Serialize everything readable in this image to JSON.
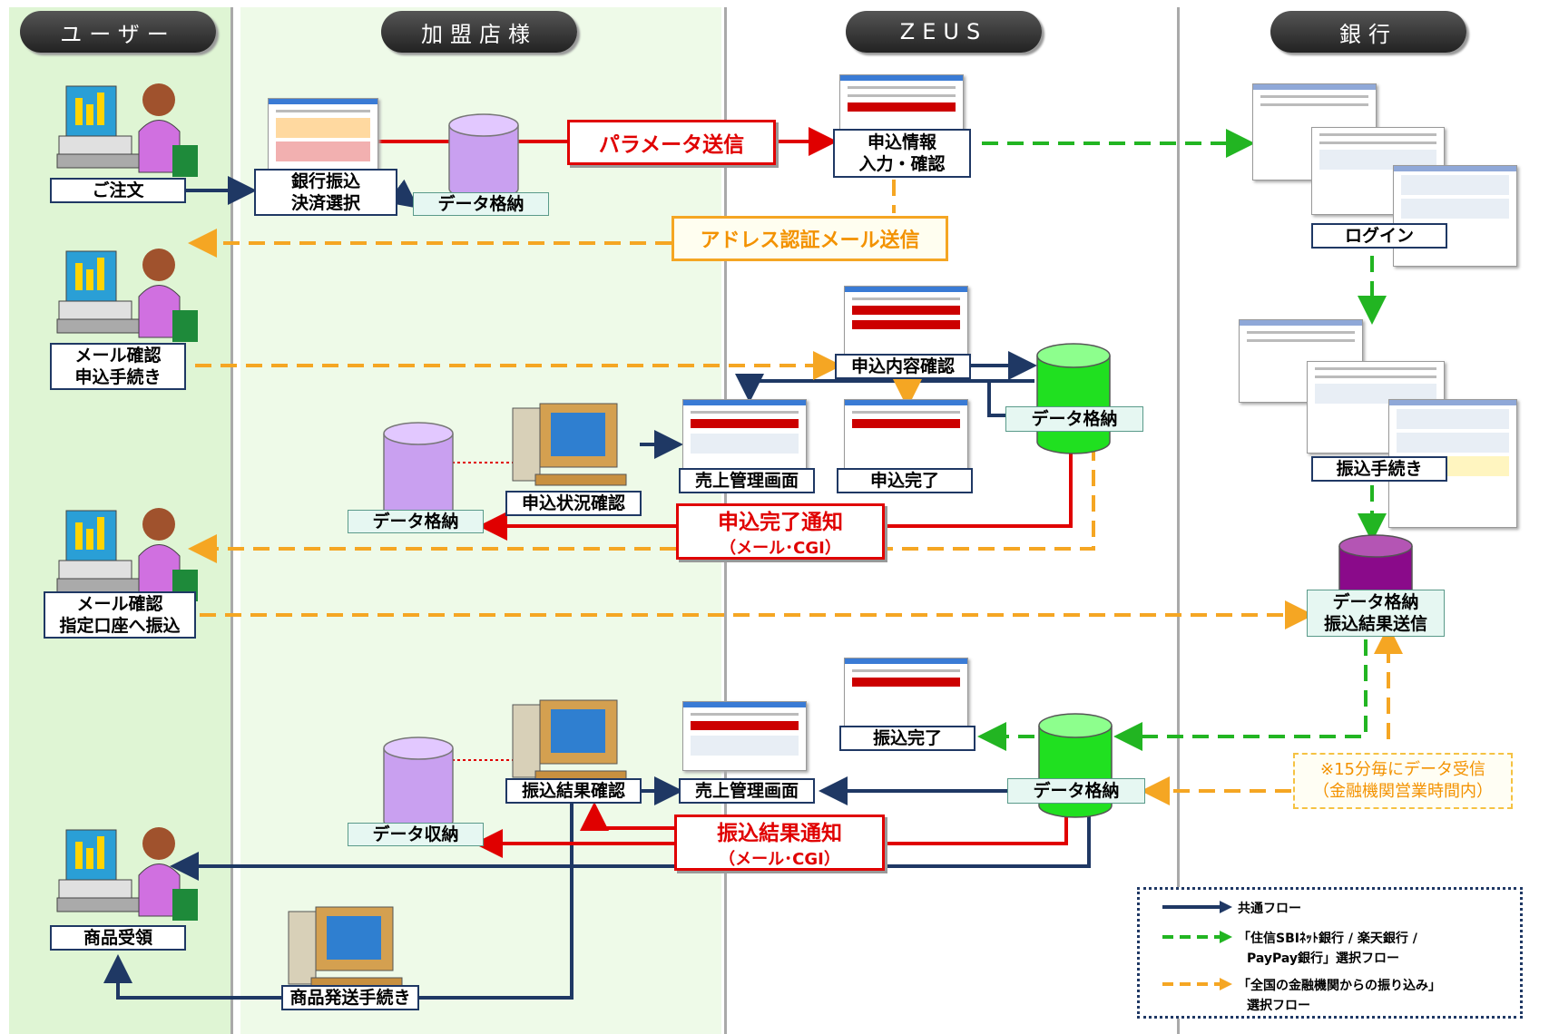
{
  "lanes": {
    "user": "ユーザー",
    "merchant": "加盟店様",
    "zeus": "ZEUS",
    "bank": "銀行"
  },
  "steps": {
    "order": "ご注文",
    "bank_transfer_select": "銀行振込\n決済選択",
    "merchant_data_store": "データ格納",
    "param_send": "パラメータ送信",
    "apply_info": "申込情報\n入力・確認",
    "address_mail": "アドレス認証メール送信",
    "login": "ログイン",
    "mail_confirm_apply": "メール確認\n申込手続き",
    "apply_content_confirm": "申込内容確認",
    "zeus_data_store_1": "データ格納",
    "sales_mgmt_1": "売上管理画面",
    "apply_done": "申込完了",
    "apply_status_confirm": "申込状況確認",
    "merchant_data_store_2": "データ格納",
    "transfer_procedure": "振込手続き",
    "apply_done_notice": "申込完了通知",
    "apply_done_notice_sub": "（メール･CGI）",
    "mail_confirm_transfer": "メール確認\n指定口座へ振込",
    "bank_data_store_send": "データ格納\n振込結果送信",
    "transfer_done": "振込完了",
    "transfer_result_confirm": "振込結果確認",
    "sales_mgmt_2": "売上管理画面",
    "zeus_data_store_2": "データ格納",
    "note_line1": "※15分毎にデータ受信",
    "note_line2": "（金融機関営業時間内）",
    "merchant_data_receive": "データ収納",
    "transfer_result_notice": "振込結果通知",
    "transfer_result_notice_sub": "（メール･CGI）",
    "goods_receive": "商品受領",
    "ship_procedure": "商品発送手続き"
  },
  "legend": {
    "common": "共通フロー",
    "green_line1": "「住信SBIﾈｯﾄ銀行 / 楽天銀行 /",
    "green_line2": "PayPay銀行」選択フロー",
    "orange_line1": "「全国の金融機関からの振り込み」",
    "orange_line2": "選択フロー"
  },
  "colors": {
    "common_flow": "#1f3864",
    "green_flow": "#22b522",
    "orange_flow": "#f5a623",
    "red_flow": "#e00000",
    "user_lane": "#dff5d4",
    "merchant_lane": "#eefae8"
  },
  "icons": [
    "user-at-computer-icon",
    "database-cylinder-icon",
    "desktop-computer-icon",
    "web-screen-thumbnail-icon"
  ]
}
